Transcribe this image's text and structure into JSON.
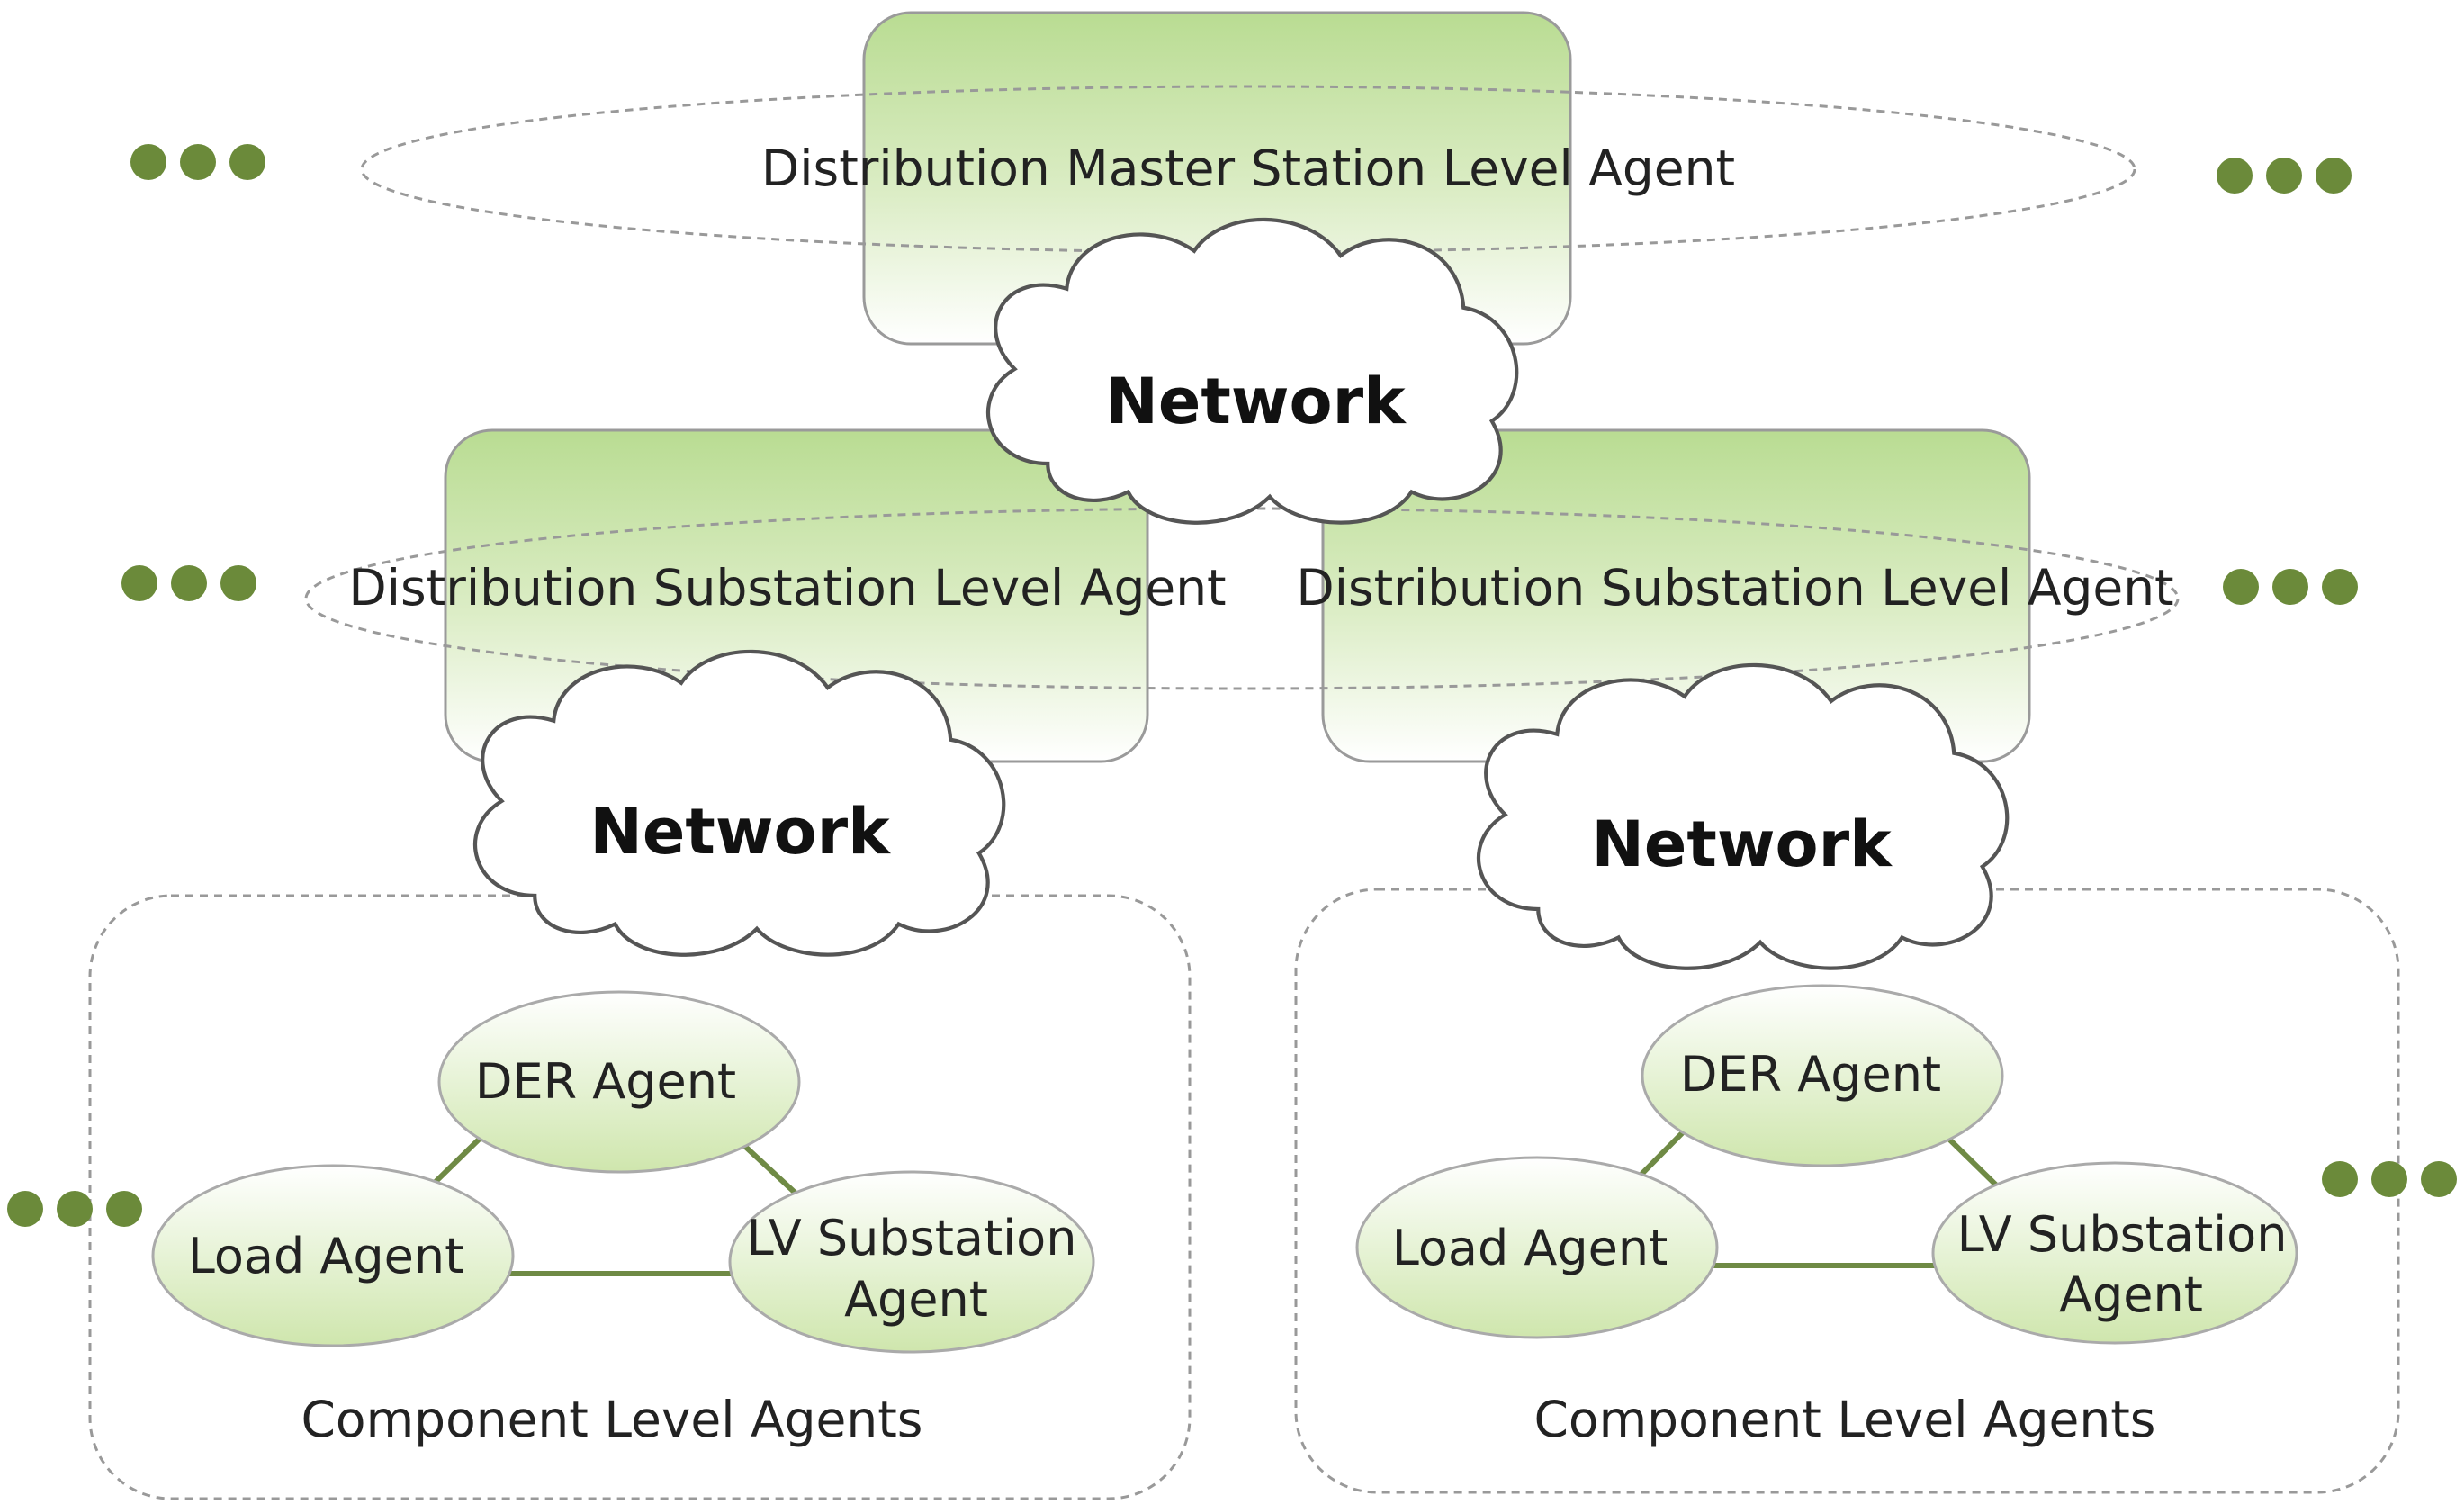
{
  "master": {
    "label": "Distribution Master Station Level Agent"
  },
  "substations": [
    {
      "label": "Distribution Substation Level Agent"
    },
    {
      "label": "Distribution Substation Level Agent"
    }
  ],
  "networks": [
    "Network",
    "Network",
    "Network"
  ],
  "component_groups": [
    {
      "caption": "Component Level Agents",
      "der": "DER Agent",
      "load": "Load Agent",
      "lv_line1": "LV Substation",
      "lv_line2": "Agent"
    },
    {
      "caption": "Component Level Agents",
      "der": "DER Agent",
      "load": "Load Agent",
      "lv_line1": "LV Substation",
      "lv_line2": "Agent"
    }
  ],
  "colors": {
    "agent_fill_top": "#b9dc92",
    "agent_fill_bottom": "#ffffff",
    "box_stroke": "#8c8c8c",
    "link": "#6f8a45",
    "dots": "#6b8a3a",
    "dashed": "#999999"
  }
}
